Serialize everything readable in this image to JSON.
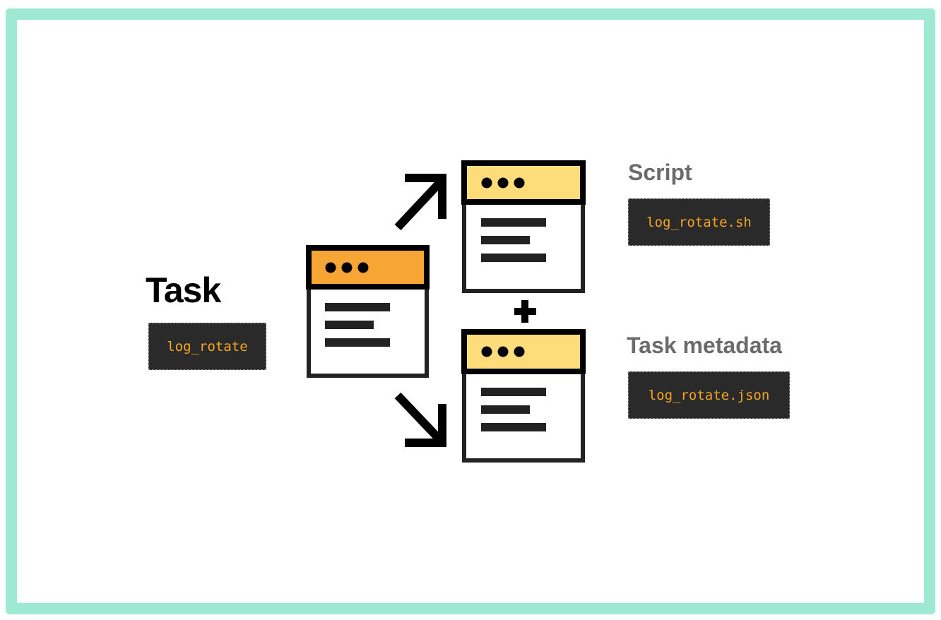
{
  "task": {
    "heading": "Task",
    "code": "log_rotate"
  },
  "script": {
    "heading": "Script",
    "code": "log_rotate.sh"
  },
  "metadata": {
    "heading": "Task metadata",
    "code": "log_rotate.json"
  },
  "icons": {
    "task_window": "window-icon",
    "script_window": "window-icon",
    "metadata_window": "window-icon",
    "arrow_up": "arrow-up-right-icon",
    "arrow_down": "arrow-down-right-icon",
    "plus": "plus-icon"
  },
  "colors": {
    "frame_border": "#9de9d2",
    "task_window_bar": "#f7a535",
    "output_window_bar": "#ffdc7a",
    "code_background": "#2a2a2a",
    "code_text": "#f5a623",
    "secondary_heading": "#6b6b6b"
  }
}
